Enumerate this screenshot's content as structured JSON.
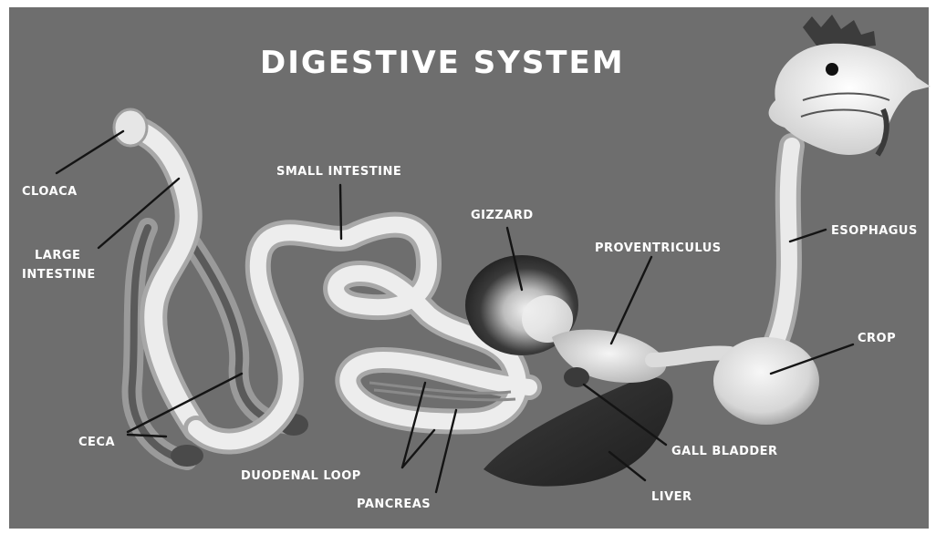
{
  "title": "DIGESTIVE SYSTEM",
  "labels": {
    "cloaca": "CLOACA",
    "large_intestine_1": "LARGE",
    "large_intestine_2": "INTESTINE",
    "small_intestine": "SMALL INTESTINE",
    "gizzard": "GIZZARD",
    "proventriculus": "PROVENTRICULUS",
    "esophagus": "ESOPHAGUS",
    "crop": "CROP",
    "ceca": "CECA",
    "duodenal_loop": "DUODENAL LOOP",
    "pancreas": "PANCREAS",
    "gall_bladder": "GALL BLADDER",
    "liver": "LIVER"
  },
  "colors": {
    "background": "#6e6e6e",
    "tube": "#e8e8e8",
    "tube_shadow": "#9a9a9a",
    "gizzard": "#2e2e2e",
    "liver": "#2a2a2a",
    "text": "#ffffff",
    "leader": "#141414"
  }
}
